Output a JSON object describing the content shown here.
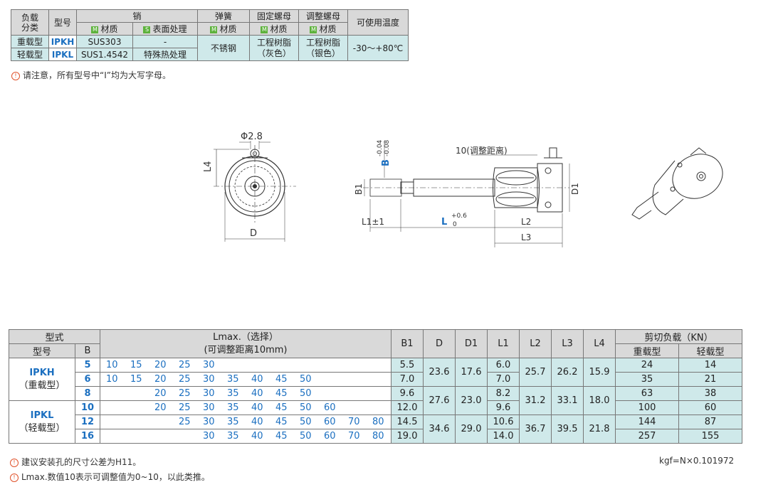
{
  "spec": {
    "h_load": "负载\n分类",
    "h_model": "型号",
    "h_pin": "销",
    "h_spring": "弹簧",
    "h_fix_nut": "固定螺母",
    "h_adj_nut": "调整螺母",
    "h_temp": "可使用温度",
    "tag_m": "M",
    "tag_s": "S",
    "h_material": "材质",
    "h_surface": "表面处理",
    "rows": [
      {
        "load": "重载型",
        "model": "IPKH",
        "material": "SUS303",
        "surface": "-"
      },
      {
        "load": "轻载型",
        "model": "IPKL",
        "material": "SUS1.4542",
        "surface": "特殊热处理"
      }
    ],
    "spring": "不锈钢",
    "fix_nut": "工程树脂\n（灰色）",
    "adj_nut": "工程树脂\n（银色）",
    "temp": "-30～+80℃"
  },
  "note_top": "请注意，所有型号中“I”均为大写字母。",
  "drawing": {
    "phi": "Φ2.8",
    "l4": "L4",
    "d": "D",
    "b_label": "B",
    "b_tol_upper": "-0.04",
    "b_tol_lower": "-0.08",
    "adj_dist": "10(调整距离)",
    "b1": "B1",
    "d1": "D1",
    "l1": "L1±1",
    "l": "L",
    "l_tol_upper": "+0.6",
    "l_tol_lower": "0",
    "l2": "L2",
    "l3": "L3"
  },
  "table": {
    "h_type": "型式",
    "h_model": "型号",
    "h_b": "B",
    "h_lmax": "Lmax.（选择）",
    "h_lmax_sub": "(可调整距离10mm)",
    "h_b1": "B1",
    "h_d": "D",
    "h_d1": "D1",
    "h_l1": "L1",
    "h_l2": "L2",
    "h_l3": "L3",
    "h_l4": "L4",
    "h_shear": "剪切负载（KN）",
    "h_heavy": "重载型",
    "h_light": "轻载型",
    "model_ipkh": "IPKH",
    "model_ipkh_sub": "（重载型）",
    "model_ipkl": "IPKL",
    "model_ipkl_sub": "（轻载型）",
    "lmax_cols": [
      "10",
      "15",
      "20",
      "25",
      "30",
      "35",
      "40",
      "45",
      "50",
      "60",
      "70",
      "80"
    ],
    "rows": [
      {
        "b": "5",
        "lmax": [
          "10",
          "15",
          "20",
          "25",
          "30",
          "",
          "",
          "",
          "",
          "",
          "",
          ""
        ],
        "b1": "5.5",
        "l1": "6.0",
        "heavy": "24",
        "light": "14"
      },
      {
        "b": "6",
        "lmax": [
          "10",
          "15",
          "20",
          "25",
          "30",
          "35",
          "40",
          "45",
          "50",
          "",
          "",
          ""
        ],
        "b1": "7.0",
        "l1": "7.0",
        "heavy": "35",
        "light": "21"
      },
      {
        "b": "8",
        "lmax": [
          "",
          "",
          "20",
          "25",
          "30",
          "35",
          "40",
          "45",
          "50",
          "",
          "",
          ""
        ],
        "b1": "9.6",
        "l1": "8.2",
        "heavy": "63",
        "light": "38"
      },
      {
        "b": "10",
        "lmax": [
          "",
          "",
          "20",
          "25",
          "30",
          "35",
          "40",
          "45",
          "50",
          "60",
          "",
          ""
        ],
        "b1": "12.0",
        "l1": "9.6",
        "heavy": "100",
        "light": "60"
      },
      {
        "b": "12",
        "lmax": [
          "",
          "",
          "",
          "25",
          "30",
          "35",
          "40",
          "45",
          "50",
          "60",
          "70",
          "80"
        ],
        "b1": "14.5",
        "l1": "10.6",
        "heavy": "144",
        "light": "87"
      },
      {
        "b": "16",
        "lmax": [
          "",
          "",
          "",
          "",
          "30",
          "35",
          "40",
          "45",
          "50",
          "60",
          "70",
          "80"
        ],
        "b1": "19.0",
        "l1": "14.0",
        "heavy": "257",
        "light": "155"
      }
    ],
    "groups": [
      {
        "d": "23.6",
        "d1": "17.6",
        "l2": "25.7",
        "l3": "26.2",
        "l4": "15.9"
      },
      {
        "d": "27.6",
        "d1": "23.0",
        "l2": "31.2",
        "l3": "33.1",
        "l4": "18.0"
      },
      {
        "d": "34.6",
        "d1": "29.0",
        "l2": "36.7",
        "l3": "39.5",
        "l4": "21.8"
      }
    ]
  },
  "note1": "建议安装孔的尺寸公差为H11。",
  "note2": "Lmax.数值10表示可调整值为0~10，以此类推。",
  "kgf": "kgf=N×0.101972",
  "colors": {
    "accent_blue": "#1b6fc0",
    "cyan_cell": "#cfe9ea",
    "header_gray": "#d9d9d9",
    "tag_green": "#5db23c",
    "note_red": "#e0522b"
  }
}
